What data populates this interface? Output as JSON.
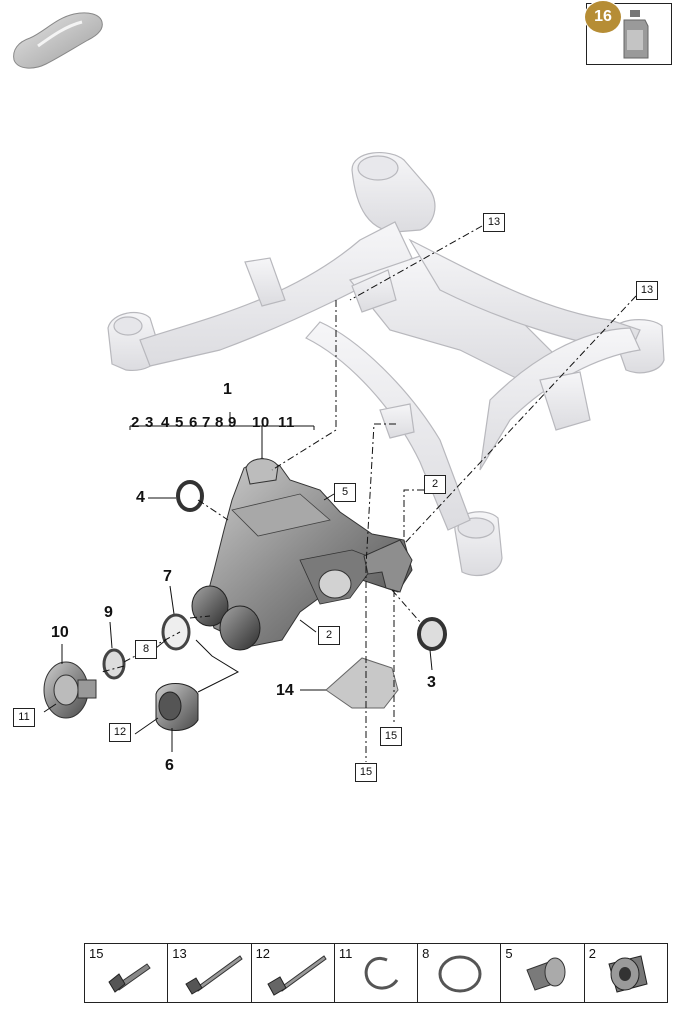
{
  "badge": {
    "number": "16"
  },
  "main_label": "1",
  "sequence": [
    "2",
    "3",
    "4",
    "5",
    "6",
    "7",
    "8",
    "9",
    "10",
    "11"
  ],
  "callouts": {
    "n3": "3",
    "n4": "4",
    "n6": "6",
    "n7": "7",
    "n9": "9",
    "n10": "10",
    "n14": "14"
  },
  "boxed": {
    "b13a": "13",
    "b13b": "13",
    "b2a": "2",
    "b2b": "2",
    "b5": "5",
    "b8": "8",
    "b11": "11",
    "b12": "12",
    "b15a": "15",
    "b15b": "15"
  },
  "legend": [
    {
      "label": "15",
      "icon": "short-bolt-icon"
    },
    {
      "label": "13",
      "icon": "long-bolt-icon"
    },
    {
      "label": "12",
      "icon": "long-bolt-icon"
    },
    {
      "label": "11",
      "icon": "circlip-icon"
    },
    {
      "label": "8",
      "icon": "o-ring-icon"
    },
    {
      "label": "5",
      "icon": "plug-icon"
    },
    {
      "label": "2",
      "icon": "bushing-icon"
    }
  ]
}
